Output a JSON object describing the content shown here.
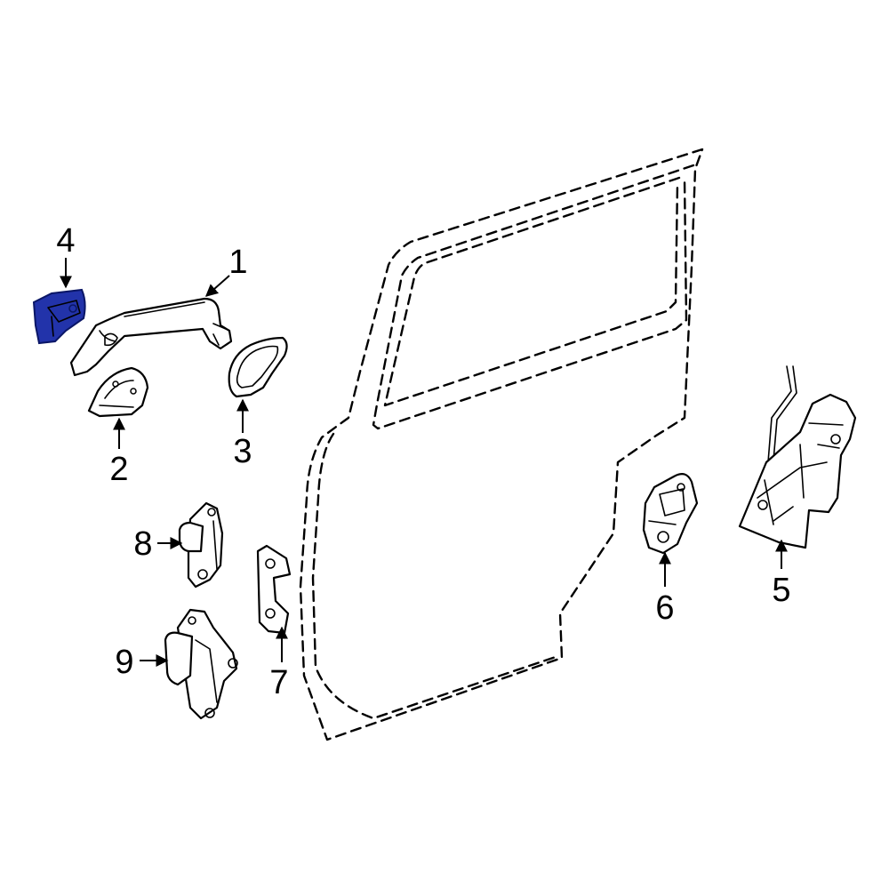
{
  "colors": {
    "highlight": "#2233aa",
    "highlight_stroke": "#0a1666",
    "line": "#000000",
    "background": "#ffffff"
  },
  "callouts": {
    "c1": "1",
    "c2": "2",
    "c3": "3",
    "c4": "4",
    "c5": "5",
    "c6": "6",
    "c7": "7",
    "c8": "8",
    "c9": "9"
  },
  "highlighted_callout": "4"
}
